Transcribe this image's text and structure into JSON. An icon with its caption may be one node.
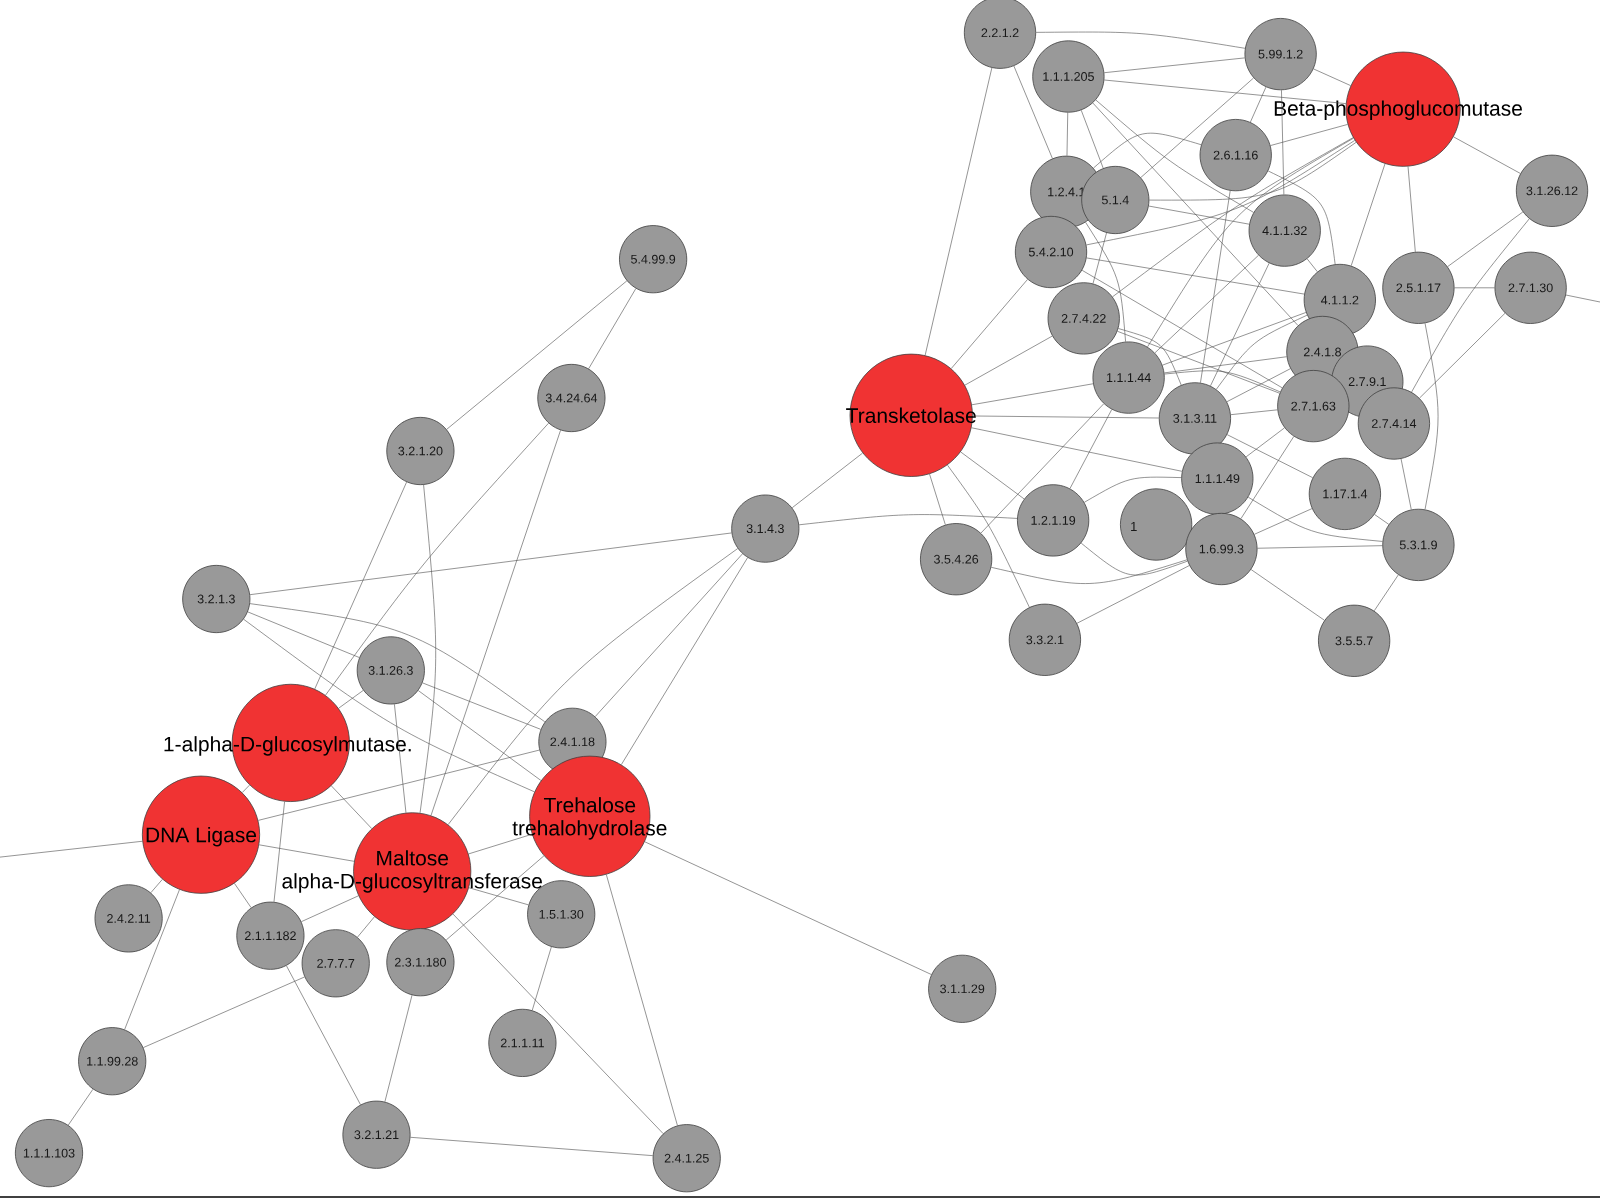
{
  "diagram": {
    "nodes": [
      {
        "text": [
          "2.2.1.2"
        ]
      },
      {
        "text": [
          "5.99.1.2"
        ]
      },
      {
        "text": [
          "Beta-phosphoglucomutase"
        ]
      },
      {
        "text": [
          "1.1.1.205"
        ]
      },
      {
        "text": [
          "2.6.1.16"
        ]
      },
      {
        "text": [
          "1.2.4.1"
        ]
      },
      {
        "text": [
          "5.1.4"
        ]
      },
      {
        "text": [
          "3.1.26.12"
        ]
      },
      {
        "text": [
          "5.4.2.10"
        ]
      },
      {
        "text": [
          "4.1.1.32"
        ]
      },
      {
        "text": [
          "2.5.1.17"
        ]
      },
      {
        "text": [
          "2.7.1.30"
        ]
      },
      {
        "text": [
          "4.1.1.2"
        ]
      },
      {
        "text": [
          "2.7.4.22"
        ]
      },
      {
        "text": [
          "2.4.1.8"
        ]
      },
      {
        "text": [
          "2.7.9.1"
        ]
      },
      {
        "text": [
          "1.1.1.44"
        ]
      },
      {
        "text": [
          "Transketolase"
        ]
      },
      {
        "text": [
          "3.1.3.11"
        ]
      },
      {
        "text": [
          "2.7.1.63"
        ]
      },
      {
        "text": [
          "2.7.4.14"
        ]
      },
      {
        "text": [
          "1.1.1.49"
        ]
      },
      {
        "text": [
          "1.17.1.4"
        ]
      },
      {
        "text": [
          "1"
        ]
      },
      {
        "text": [
          "1.6.99.3"
        ]
      },
      {
        "text": [
          "5.3.1.9"
        ]
      },
      {
        "text": [
          "1.2.1.19"
        ]
      },
      {
        "text": [
          "3.5.4.26"
        ]
      },
      {
        "text": [
          "3.3.2.1"
        ]
      },
      {
        "text": [
          "3.5.5.7"
        ]
      },
      {
        "text": [
          "5.4.99.9"
        ]
      },
      {
        "text": [
          "3.4.24.64"
        ]
      },
      {
        "text": [
          "3.2.1.20"
        ]
      },
      {
        "text": [
          "3.1.4.3"
        ]
      },
      {
        "text": [
          "3.2.1.3"
        ]
      },
      {
        "text": [
          "3.1.26.3"
        ]
      },
      {
        "text": [
          "1-alpha-D-glucosylmutase."
        ]
      },
      {
        "text": [
          "2.4.1.18"
        ]
      },
      {
        "text": [
          "Trehalose trehalohydrolase"
        ]
      },
      {
        "text": [
          "DNA Ligase"
        ]
      },
      {
        "text": [
          "Maltose alpha-D-glucosyltransferase"
        ]
      },
      {
        "text": [
          "2.4.2.11"
        ]
      },
      {
        "text": [
          "1.5.1.30"
        ]
      },
      {
        "text": [
          "2.1.1.182"
        ]
      },
      {
        "text": [
          "2.7.7.7"
        ]
      },
      {
        "text": [
          "2.3.1.180"
        ]
      },
      {
        "text": [
          "3.1.1.29"
        ]
      },
      {
        "text": [
          "2.1.1.11"
        ]
      },
      {
        "text": [
          "1.1.99.28"
        ]
      },
      {
        "text": [
          "1.1.1.103"
        ]
      },
      {
        "text": [
          "3.2.1.21"
        ]
      },
      {
        "text": [
          "2.4.1.25"
        ]
      }
    ],
    "edges": [
      {
        "from": 30,
        "to": 32,
        "arrow": "none"
      },
      {
        "from": 30,
        "to": 31,
        "arrow": "none"
      },
      {
        "from": 32,
        "to": 36,
        "arrow": "none"
      },
      {
        "from": 32,
        "to": 40,
        "arrow": "none"
      },
      {
        "from": 31,
        "to": 36,
        "arrow": "none"
      },
      {
        "from": 31,
        "to": 40,
        "arrow": "none"
      },
      {
        "from": 33,
        "to": 34,
        "arrow": "none"
      },
      {
        "from": 33,
        "to": 17,
        "arrow": "none"
      },
      {
        "from": 33,
        "to": 26,
        "arrow": "none"
      },
      {
        "from": 33,
        "to": 37,
        "arrow": "none"
      },
      {
        "from": 33,
        "to": 40,
        "arrow": "none"
      },
      {
        "from": 33,
        "to": 38,
        "arrow": "none"
      },
      {
        "from": 34,
        "to": 35,
        "arrow": "none"
      },
      {
        "from": 34,
        "to": 38,
        "arrow": "none"
      },
      {
        "from": 34,
        "to": 37,
        "arrow": "none"
      },
      {
        "from": 35,
        "to": 36,
        "arrow": "none"
      },
      {
        "from": 35,
        "to": 40,
        "arrow": "none"
      },
      {
        "from": 35,
        "to": 38,
        "arrow": "none"
      },
      {
        "from": 35,
        "to": 37,
        "arrow": "none"
      },
      {
        "from": 36,
        "to": 39,
        "arrow": "none"
      },
      {
        "from": 36,
        "to": 40,
        "arrow": "none"
      },
      {
        "from": 36,
        "to": 43,
        "arrow": "none"
      },
      {
        "from": 37,
        "to": 39,
        "arrow": "none"
      },
      {
        "from": 38,
        "to": 40,
        "arrow": "none"
      },
      {
        "from": 38,
        "to": 46,
        "arrow": "none"
      },
      {
        "from": 38,
        "to": 51,
        "arrow": "none"
      },
      {
        "from": 38,
        "to": 45,
        "arrow": "none"
      },
      {
        "from": 39,
        "to": 40,
        "arrow": "none"
      },
      {
        "from": 39,
        "to": 41,
        "arrow": "none"
      },
      {
        "from": 39,
        "to": 48,
        "arrow": "none"
      },
      {
        "from": 39,
        "to": 43,
        "arrow": "none"
      },
      {
        "from": 40,
        "to": 43,
        "arrow": "none"
      },
      {
        "from": 40,
        "to": 44,
        "arrow": "none"
      },
      {
        "from": 40,
        "to": 51,
        "arrow": "none"
      },
      {
        "from": 40,
        "to": 42,
        "arrow": "none"
      },
      {
        "from": null,
        "to": 39,
        "arrow": "none"
      },
      {
        "from": 44,
        "to": 48,
        "arrow": "none"
      },
      {
        "from": 43,
        "to": 50,
        "arrow": "none"
      },
      {
        "from": 45,
        "to": 50,
        "arrow": "none"
      },
      {
        "from": 42,
        "to": 47,
        "arrow": "none"
      },
      {
        "from": 50,
        "to": 51,
        "arrow": "none"
      },
      {
        "from": 48,
        "to": 49,
        "arrow": "none"
      },
      {
        "from": 17,
        "to": 0,
        "arrow": "none"
      },
      {
        "from": 17,
        "to": 8,
        "arrow": "none"
      },
      {
        "from": 17,
        "to": 13,
        "arrow": "none"
      },
      {
        "from": 17,
        "to": 16,
        "arrow": "none"
      },
      {
        "from": 17,
        "to": 18,
        "arrow": "none"
      },
      {
        "from": 17,
        "to": 21,
        "arrow": "none"
      },
      {
        "from": 17,
        "to": 26,
        "arrow": "none"
      },
      {
        "from": 17,
        "to": 27,
        "arrow": "none"
      },
      {
        "from": 17,
        "to": 28,
        "arrow": "none"
      },
      {
        "from": 0,
        "to": 1,
        "arrow": "none"
      },
      {
        "from": 0,
        "to": 5,
        "arrow": "none"
      },
      {
        "from": 3,
        "to": 1,
        "arrow": "none"
      },
      {
        "from": 3,
        "to": 2,
        "arrow": "none"
      },
      {
        "from": 3,
        "to": 5,
        "arrow": "none"
      },
      {
        "from": 3,
        "to": 6,
        "arrow": "none"
      },
      {
        "from": 3,
        "to": 9,
        "arrow": "none"
      },
      {
        "from": 3,
        "to": 14,
        "arrow": "none"
      },
      {
        "from": 1,
        "to": 2,
        "arrow": "none"
      },
      {
        "from": 1,
        "to": 4,
        "arrow": "none"
      },
      {
        "from": 1,
        "to": 6,
        "arrow": "none"
      },
      {
        "from": 1,
        "to": 9,
        "arrow": "none"
      },
      {
        "from": 2,
        "to": 4,
        "arrow": "none"
      },
      {
        "from": 2,
        "to": 6,
        "arrow": "none"
      },
      {
        "from": 2,
        "to": 7,
        "arrow": "none"
      },
      {
        "from": 2,
        "to": 10,
        "arrow": "none"
      },
      {
        "from": 2,
        "to": 12,
        "arrow": "none"
      },
      {
        "from": 2,
        "to": 16,
        "arrow": "none"
      },
      {
        "from": 2,
        "to": 13,
        "arrow": "none"
      },
      {
        "from": 2,
        "to": 8,
        "arrow": "none"
      },
      {
        "from": 4,
        "to": 5,
        "arrow": "none"
      },
      {
        "from": 4,
        "to": 18,
        "arrow": "none"
      },
      {
        "from": 4,
        "to": 12,
        "arrow": "none"
      },
      {
        "from": 5,
        "to": 16,
        "arrow": "none"
      },
      {
        "from": 6,
        "to": 13,
        "arrow": "none"
      },
      {
        "from": 6,
        "to": 9,
        "arrow": "none"
      },
      {
        "from": 8,
        "to": 12,
        "arrow": "none"
      },
      {
        "from": 8,
        "to": 19,
        "arrow": "none"
      },
      {
        "from": 9,
        "to": 18,
        "arrow": "none"
      },
      {
        "from": 9,
        "to": 12,
        "arrow": "none"
      },
      {
        "from": 9,
        "to": 16,
        "arrow": "none"
      },
      {
        "from": 7,
        "to": 10,
        "arrow": "none"
      },
      {
        "from": 7,
        "to": 20,
        "arrow": "none"
      },
      {
        "from": 10,
        "to": 11,
        "arrow": "none"
      },
      {
        "from": 10,
        "to": 25,
        "arrow": "none"
      },
      {
        "from": 11,
        "to": 20,
        "arrow": "none"
      },
      {
        "from": 11,
        "to": null,
        "arrow": "none"
      },
      {
        "from": 12,
        "to": 16,
        "arrow": "none"
      },
      {
        "from": 12,
        "to": 18,
        "arrow": "none"
      },
      {
        "from": 13,
        "to": 18,
        "arrow": "none"
      },
      {
        "from": 13,
        "to": 19,
        "arrow": "none"
      },
      {
        "from": 14,
        "to": 16,
        "arrow": "none"
      },
      {
        "from": 14,
        "to": 18,
        "arrow": "none"
      },
      {
        "from": 16,
        "to": 19,
        "arrow": "none"
      },
      {
        "from": 16,
        "to": 26,
        "arrow": "none"
      },
      {
        "from": 18,
        "to": 19,
        "arrow": "none"
      },
      {
        "from": 18,
        "to": 22,
        "arrow": "none"
      },
      {
        "from": 19,
        "to": 21,
        "arrow": "none"
      },
      {
        "from": 19,
        "to": 24,
        "arrow": "none"
      },
      {
        "from": 20,
        "to": 25,
        "arrow": "none"
      },
      {
        "from": 21,
        "to": 25,
        "arrow": "none"
      },
      {
        "from": 22,
        "to": 24,
        "arrow": "none"
      },
      {
        "from": 22,
        "to": 25,
        "arrow": "none"
      },
      {
        "from": 24,
        "to": 25,
        "arrow": "none"
      },
      {
        "from": 24,
        "to": 26,
        "arrow": "none"
      },
      {
        "from": 24,
        "to": 29,
        "arrow": "none"
      },
      {
        "from": 25,
        "to": 29,
        "arrow": "none"
      },
      {
        "from": 28,
        "to": 24,
        "arrow": "none"
      },
      {
        "from": 27,
        "to": 24,
        "arrow": "none"
      },
      {
        "from": 27,
        "to": 16,
        "arrow": "none"
      },
      {
        "from": 21,
        "to": 26,
        "arrow": "none"
      }
    ]
  }
}
